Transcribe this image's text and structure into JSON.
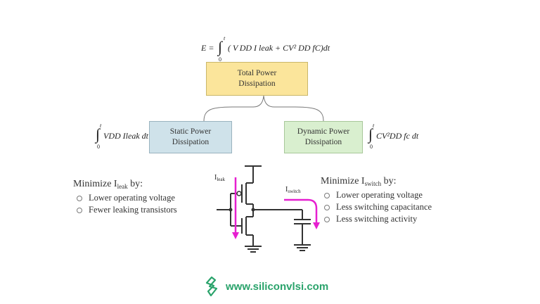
{
  "equation": {
    "lhs": "E =",
    "integral_upper": "t",
    "integral_lower": "0",
    "body": "( V DD I leak + CV² DD fC)dt"
  },
  "boxes": {
    "total": "Total Power\nDissipation",
    "static": "Static Power\nDissipation",
    "dynamic": "Dynamic Power\nDissipation"
  },
  "static_eq": {
    "upper": "t",
    "lower": "0",
    "text": "VDD Ileak dt"
  },
  "dynamic_eq": {
    "upper": "t",
    "lower": "0",
    "text": "CV²DD fc dt"
  },
  "left_panel": {
    "title_prefix": "Minimize I",
    "title_sub": "leak",
    "title_suffix": " by:",
    "items": [
      "Lower operating voltage",
      "Fewer leaking transistors"
    ]
  },
  "right_panel": {
    "title_prefix": "Minimize I",
    "title_sub": "switch",
    "title_suffix": " by:",
    "items": [
      "Lower operating voltage",
      "Less switching capacitance",
      "Less switching activity"
    ]
  },
  "circuit_labels": {
    "leak_main": "I",
    "leak_sub": "leak",
    "switch_main": "I",
    "switch_sub": "switch"
  },
  "colors": {
    "arrow": "#e61fd0",
    "logo": "#2aa36b"
  },
  "footer": {
    "website": "www.siliconvlsi.com"
  }
}
